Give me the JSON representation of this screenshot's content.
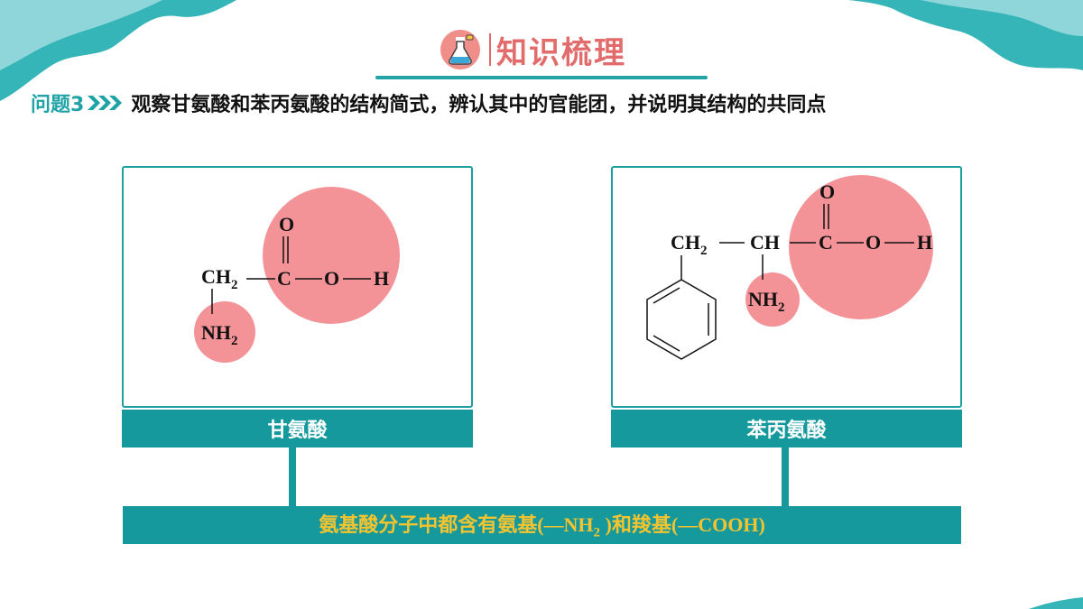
{
  "header": {
    "title": "知识梳理",
    "icon": "lab-flask-icon"
  },
  "question": {
    "label": "问题3",
    "text": "观察甘氨酸和苯丙氨酸的结构简式，辨认其中的官能团，并说明其结构的共同点"
  },
  "left_panel": {
    "caption": "甘氨酸",
    "formula": {
      "O": "O",
      "C": "C",
      "O2": "O",
      "H": "H",
      "CH": "CH",
      "sub2a": "2",
      "NH": "NH",
      "sub2b": "2"
    }
  },
  "right_panel": {
    "caption": "苯丙氨酸",
    "formula": {
      "O": "O",
      "C": "C",
      "O2": "O",
      "H": "H",
      "CH2": "CH",
      "sub2a": "2",
      "CH": "CH",
      "NH": "NH",
      "sub2b": "2"
    }
  },
  "conclusion": {
    "part1": "氨基酸分子中都含有氨基",
    "part2": "(—NH",
    "sub": "2",
    "part3": " )",
    "part4": "和羧基",
    "part5": "(—COOH)"
  },
  "colors": {
    "teal": "#16999c",
    "highlight": "#f38f93",
    "title": "#e26c6c",
    "conclusion_text": "#f4c430"
  }
}
